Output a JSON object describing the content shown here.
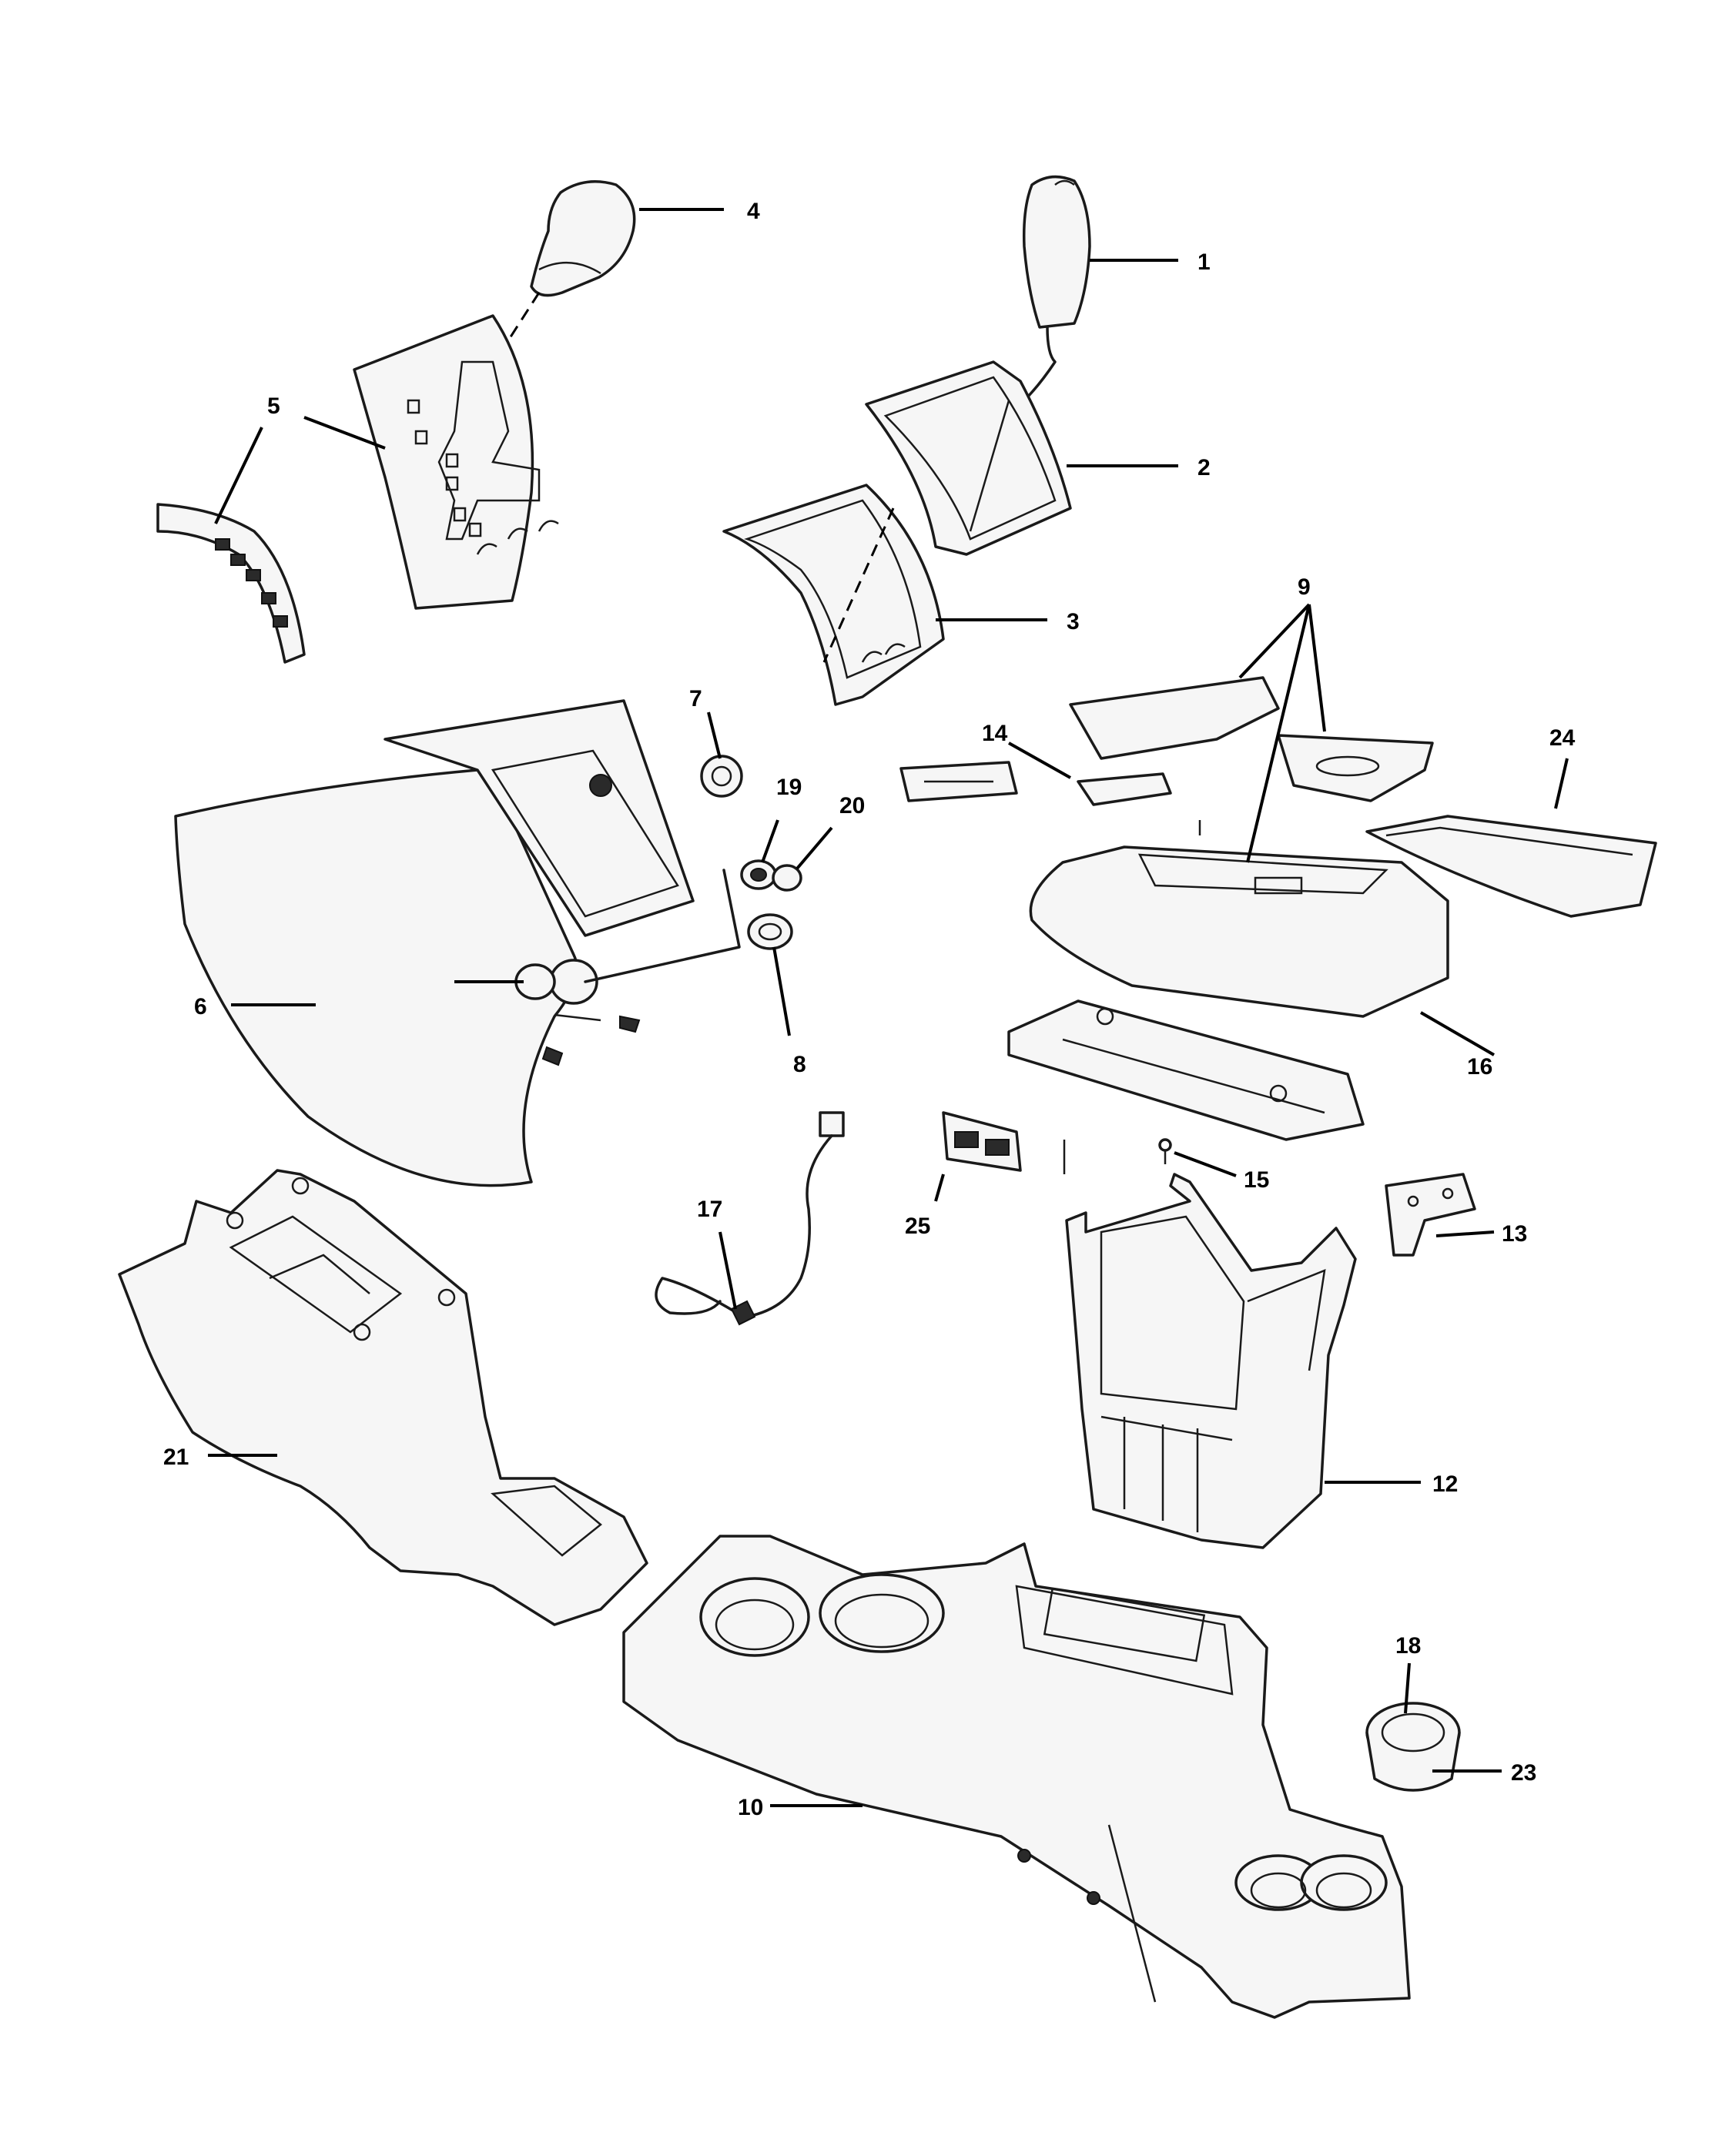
{
  "callouts": {
    "c1": "1",
    "c2": "2",
    "c3": "3",
    "c4": "4",
    "c5": "5",
    "c6": "6",
    "c7": "7",
    "c8": "8",
    "c9": "9",
    "c10": "10",
    "c12": "12",
    "c13": "13",
    "c14": "14",
    "c15": "15",
    "c16": "16",
    "c17": "17",
    "c18": "18",
    "c19": "19",
    "c20": "20",
    "c21": "21",
    "c23": "23",
    "c24": "24",
    "c25": "25"
  }
}
